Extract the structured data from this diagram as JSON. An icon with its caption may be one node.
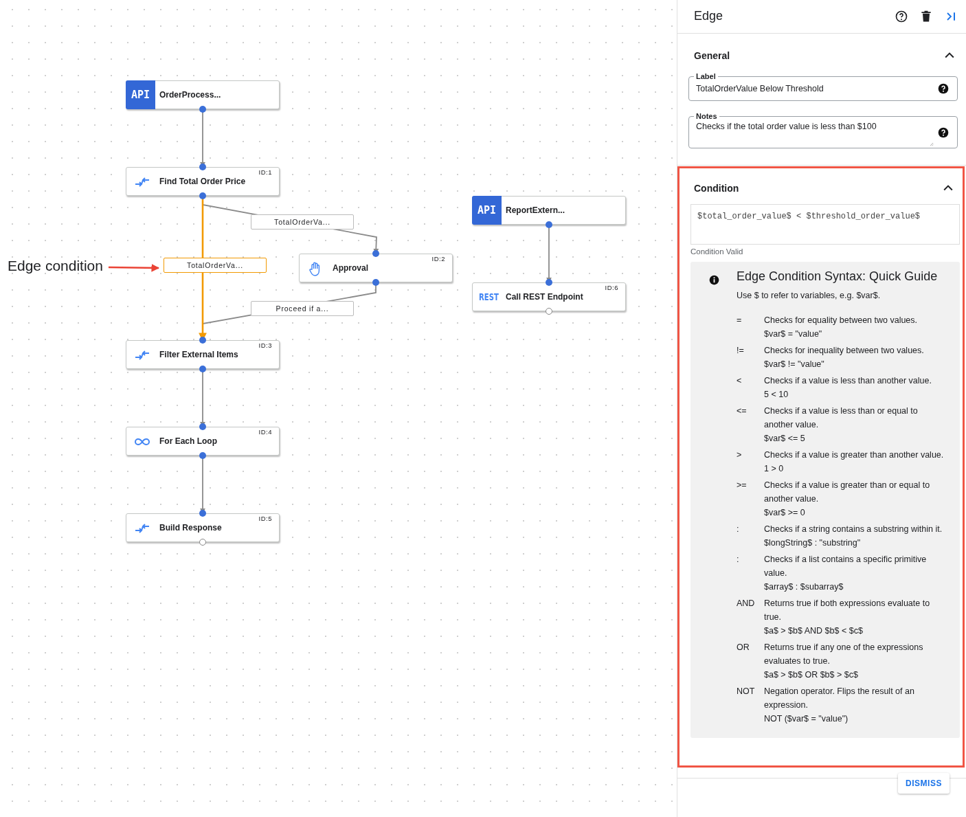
{
  "diagram": {
    "nodes": [
      {
        "text": [
          "API",
          "OrderProcess..."
        ]
      },
      {
        "text": [
          "Find Total Order Price",
          "ID:1"
        ]
      },
      {
        "text": [
          "Approval",
          "ID:2"
        ]
      },
      {
        "text": [
          "Filter External Items",
          "ID:3"
        ]
      },
      {
        "text": [
          "For Each Loop",
          "ID:4"
        ]
      },
      {
        "text": [
          "Build Response",
          "ID:5"
        ]
      },
      {
        "text": [
          "API",
          "ReportExtern..."
        ]
      },
      {
        "text": [
          "REST",
          "Call REST Endpoint",
          "ID:6"
        ]
      },
      {
        "text": [
          "Edge condition"
        ]
      },
      {
        "text": [
          "Edge"
        ]
      },
      {
        "text": [
          "General"
        ],
        "in": 9
      },
      {
        "text": [
          "Label",
          "TotalOrderValue Below Threshold"
        ],
        "in": 10
      },
      {
        "text": [
          "Notes",
          "Checks if the total order value is less than $100"
        ],
        "in": 10
      },
      {
        "text": [
          "Condition"
        ],
        "in": 9
      },
      {
        "text": [
          "$total_order_value$ < $threshold_order_value$"
        ],
        "beside": [
          "Condition Valid"
        ],
        "in": 13
      },
      {
        "text": [
          "Edge Condition Syntax: Quick Guide",
          "Use $ to refer to variables, e.g. $var$.",
          "=",
          "Checks for equality between two values.",
          "$var$ = \"value\"",
          "!=",
          "Checks for inequality between two values.",
          "$var$ != \"value\"",
          "<",
          "Checks if a value is less than another value.",
          "5 < 10",
          "<=",
          "Checks if a value is less than or equal to another value.",
          "$var$ <= 5",
          ">",
          "Checks if a value is greater than another value.",
          "1 > 0",
          ">=",
          "Checks if a value is greater than or equal to another value.",
          "$var$ >= 0",
          ":",
          "Checks if a string contains a substring within it.",
          "$longString$ : \"substring\"",
          ":",
          "Checks if a list contains a specific primitive value.",
          "$array$ : $subarray$",
          "AND",
          "Returns true if both expressions evaluate to true.",
          "$a$ > $b$ AND $b$ < $c$",
          "OR",
          "Returns true if any one of the expressions evaluates to true.",
          "$a$ > $b$ OR $b$ > $c$",
          "NOT",
          "Negation operator. Flips the result of an expression.",
          "NOT ($var$ = \"value\")"
        ],
        "in": 13
      },
      {
        "text": [
          "DISMISS"
        ],
        "in": 9
      }
    ],
    "edges": [
      {
        "from": 0,
        "to": 1,
        "arrow": "to"
      },
      {
        "from": 1,
        "to": 2,
        "arrow": "to",
        "label": "TotalOrderVa..."
      },
      {
        "from": 1,
        "to": 3,
        "arrow": "to",
        "label": "TotalOrderVa...",
        "color": "#f29900"
      },
      {
        "from": 2,
        "to": 3,
        "arrow": "to",
        "label": "Proceed if a..."
      },
      {
        "from": 3,
        "to": 4,
        "arrow": "to"
      },
      {
        "from": 4,
        "to": 5,
        "arrow": "to"
      },
      {
        "from": 6,
        "to": 7,
        "arrow": "to"
      },
      {
        "from": 8,
        "to": null,
        "arrow": "to",
        "color": "#ea4335"
      }
    ]
  }
}
